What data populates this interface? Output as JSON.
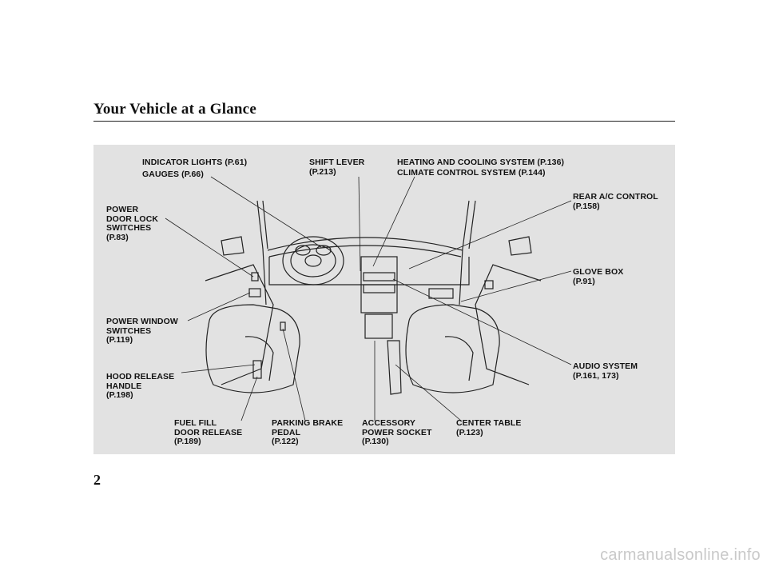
{
  "header": {
    "title": "Your Vehicle at a Glance"
  },
  "callouts": {
    "indicator_lights": "INDICATOR LIGHTS (P.61)",
    "gauges": "GAUGES (P.66)",
    "shift_lever": "SHIFT LEVER\n(P.213)",
    "heating_cooling": "HEATING AND COOLING SYSTEM (P.136)",
    "climate_control": "CLIMATE CONTROL SYSTEM (P.144)",
    "power_door_lock": "POWER\nDOOR LOCK\nSWITCHES\n(P.83)",
    "rear_ac": "REAR A/C CONTROL\n(P.158)",
    "glove_box": "GLOVE BOX\n(P.91)",
    "power_window": "POWER WINDOW\nSWITCHES\n(P.119)",
    "audio_system": "AUDIO SYSTEM\n(P.161, 173)",
    "hood_release": "HOOD RELEASE\nHANDLE\n(P.198)",
    "fuel_fill": "FUEL FILL\nDOOR RELEASE\n(P.189)",
    "parking_brake": "PARKING BRAKE\nPEDAL\n(P.122)",
    "accessory_socket": "ACCESSORY\nPOWER SOCKET\n(P.130)",
    "center_table": "CENTER TABLE\n(P.123)"
  },
  "footer": {
    "page_number": "2",
    "watermark": "carmanualsonline.info"
  }
}
